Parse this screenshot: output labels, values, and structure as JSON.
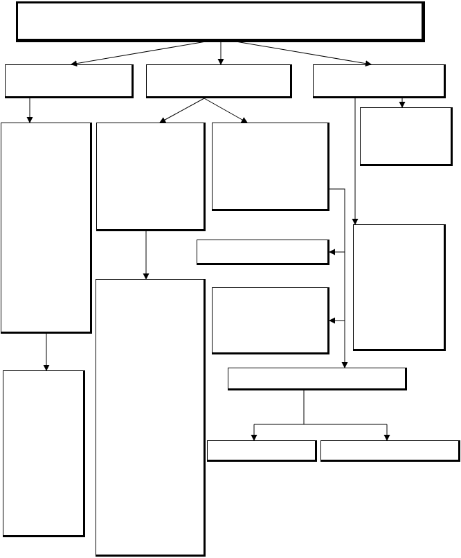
{
  "diagram": {
    "type": "flowchart",
    "stroke_color": "#000000",
    "background": "#ffffff",
    "nodes": [
      {
        "id": "root",
        "label": ""
      },
      {
        "id": "branch-left",
        "label": ""
      },
      {
        "id": "branch-middle",
        "label": ""
      },
      {
        "id": "branch-right",
        "label": ""
      },
      {
        "id": "left-tall",
        "label": ""
      },
      {
        "id": "left-bottom",
        "label": ""
      },
      {
        "id": "middle-left",
        "label": ""
      },
      {
        "id": "middle-right",
        "label": ""
      },
      {
        "id": "middle-lower-tall",
        "label": ""
      },
      {
        "id": "right-small",
        "label": ""
      },
      {
        "id": "right-tall",
        "label": ""
      },
      {
        "id": "center-thin",
        "label": ""
      },
      {
        "id": "center-box",
        "label": ""
      },
      {
        "id": "merge",
        "label": ""
      },
      {
        "id": "merge-left",
        "label": ""
      },
      {
        "id": "merge-right",
        "label": ""
      }
    ],
    "edges": [
      {
        "from": "root",
        "to": "branch-left"
      },
      {
        "from": "root",
        "to": "branch-middle"
      },
      {
        "from": "root",
        "to": "branch-right"
      },
      {
        "from": "branch-left",
        "to": "left-tall"
      },
      {
        "from": "left-tall",
        "to": "left-bottom"
      },
      {
        "from": "branch-middle",
        "to": "middle-left"
      },
      {
        "from": "branch-middle",
        "to": "middle-right"
      },
      {
        "from": "middle-left",
        "to": "middle-lower-tall"
      },
      {
        "from": "branch-right",
        "to": "right-small"
      },
      {
        "from": "branch-right",
        "to": "right-tall"
      },
      {
        "from": "middle-right",
        "to": "center-thin"
      },
      {
        "from": "middle-right",
        "to": "center-box"
      },
      {
        "from": "middle-right",
        "to": "merge"
      },
      {
        "from": "merge",
        "to": "merge-left"
      },
      {
        "from": "merge",
        "to": "merge-right"
      }
    ]
  }
}
